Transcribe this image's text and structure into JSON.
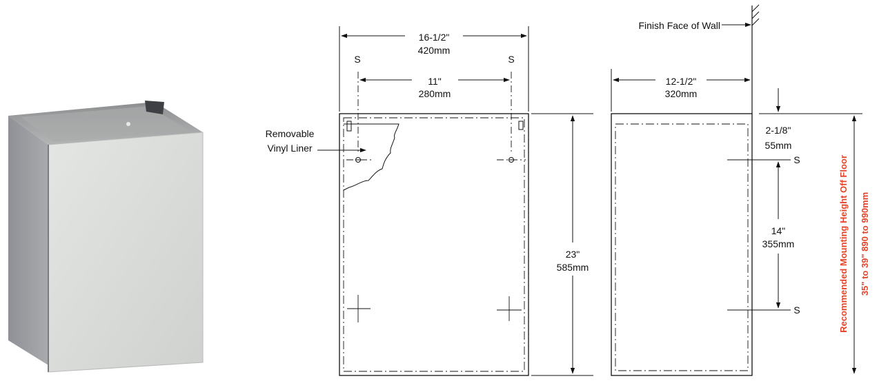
{
  "colors": {
    "line": "#111111",
    "accent": "#e2452b",
    "cabinet_front": "#d9dbd9",
    "cabinet_side": "#9a9ca0"
  },
  "front_view": {
    "overall_width": {
      "imperial": "16-1/2\"",
      "metric": "420mm"
    },
    "stud_spacing": {
      "imperial": "11\"",
      "metric": "280mm"
    },
    "height": {
      "imperial": "23\"",
      "metric": "585mm"
    },
    "stud_marker_left": "S",
    "stud_marker_right": "S",
    "liner_label_line1": "Removable",
    "liner_label_line2": "Vinyl Liner"
  },
  "side_view": {
    "wall_label": "Finish Face of Wall",
    "depth": {
      "imperial": "12-1/2\"",
      "metric": "320mm"
    },
    "top_offset": {
      "imperial": "2-1/8\"",
      "metric": "55mm"
    },
    "stud_vertical": {
      "imperial": "14\"",
      "metric": "355mm"
    },
    "stud_marker_top": "S",
    "stud_marker_bottom": "S"
  },
  "mounting": {
    "line1": "Recommended Mounting Height Off Floor",
    "line2": "35\" to 39\" 890 to 990mm"
  }
}
